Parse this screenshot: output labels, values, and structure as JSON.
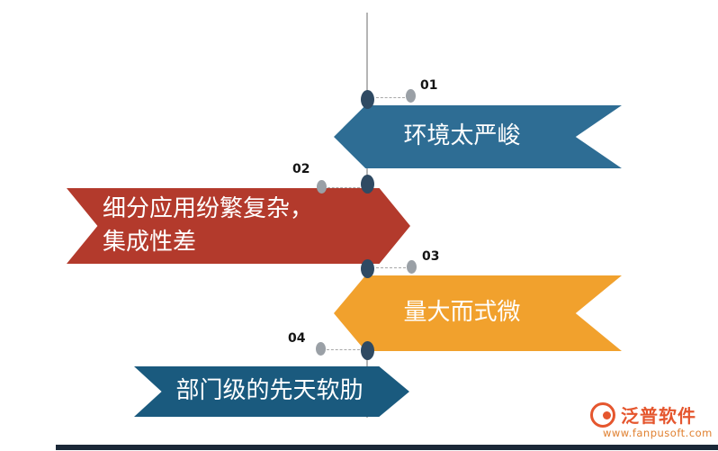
{
  "timeline": {
    "items": [
      {
        "number": "01",
        "label": "环境太严峻",
        "color": "#2e6d94"
      },
      {
        "number": "02",
        "label_line1": "细分应用纷繁复杂，",
        "label_line2": "集成性差",
        "color": "#b33a2c"
      },
      {
        "number": "03",
        "label": "量大而式微",
        "color": "#f1a12d"
      },
      {
        "number": "04",
        "label": "部门级的先天软肋",
        "color": "#1a5a7e"
      }
    ]
  },
  "colors": {
    "line": "#b5b5b5",
    "node": "#2f4a63",
    "marker": "#9aa0a6",
    "footer_bar": "#1b2838",
    "brand": "#e5562e",
    "url": "#e08030"
  },
  "footer": {
    "brand": "泛普软件",
    "url": "www.fanpusoft.com"
  }
}
